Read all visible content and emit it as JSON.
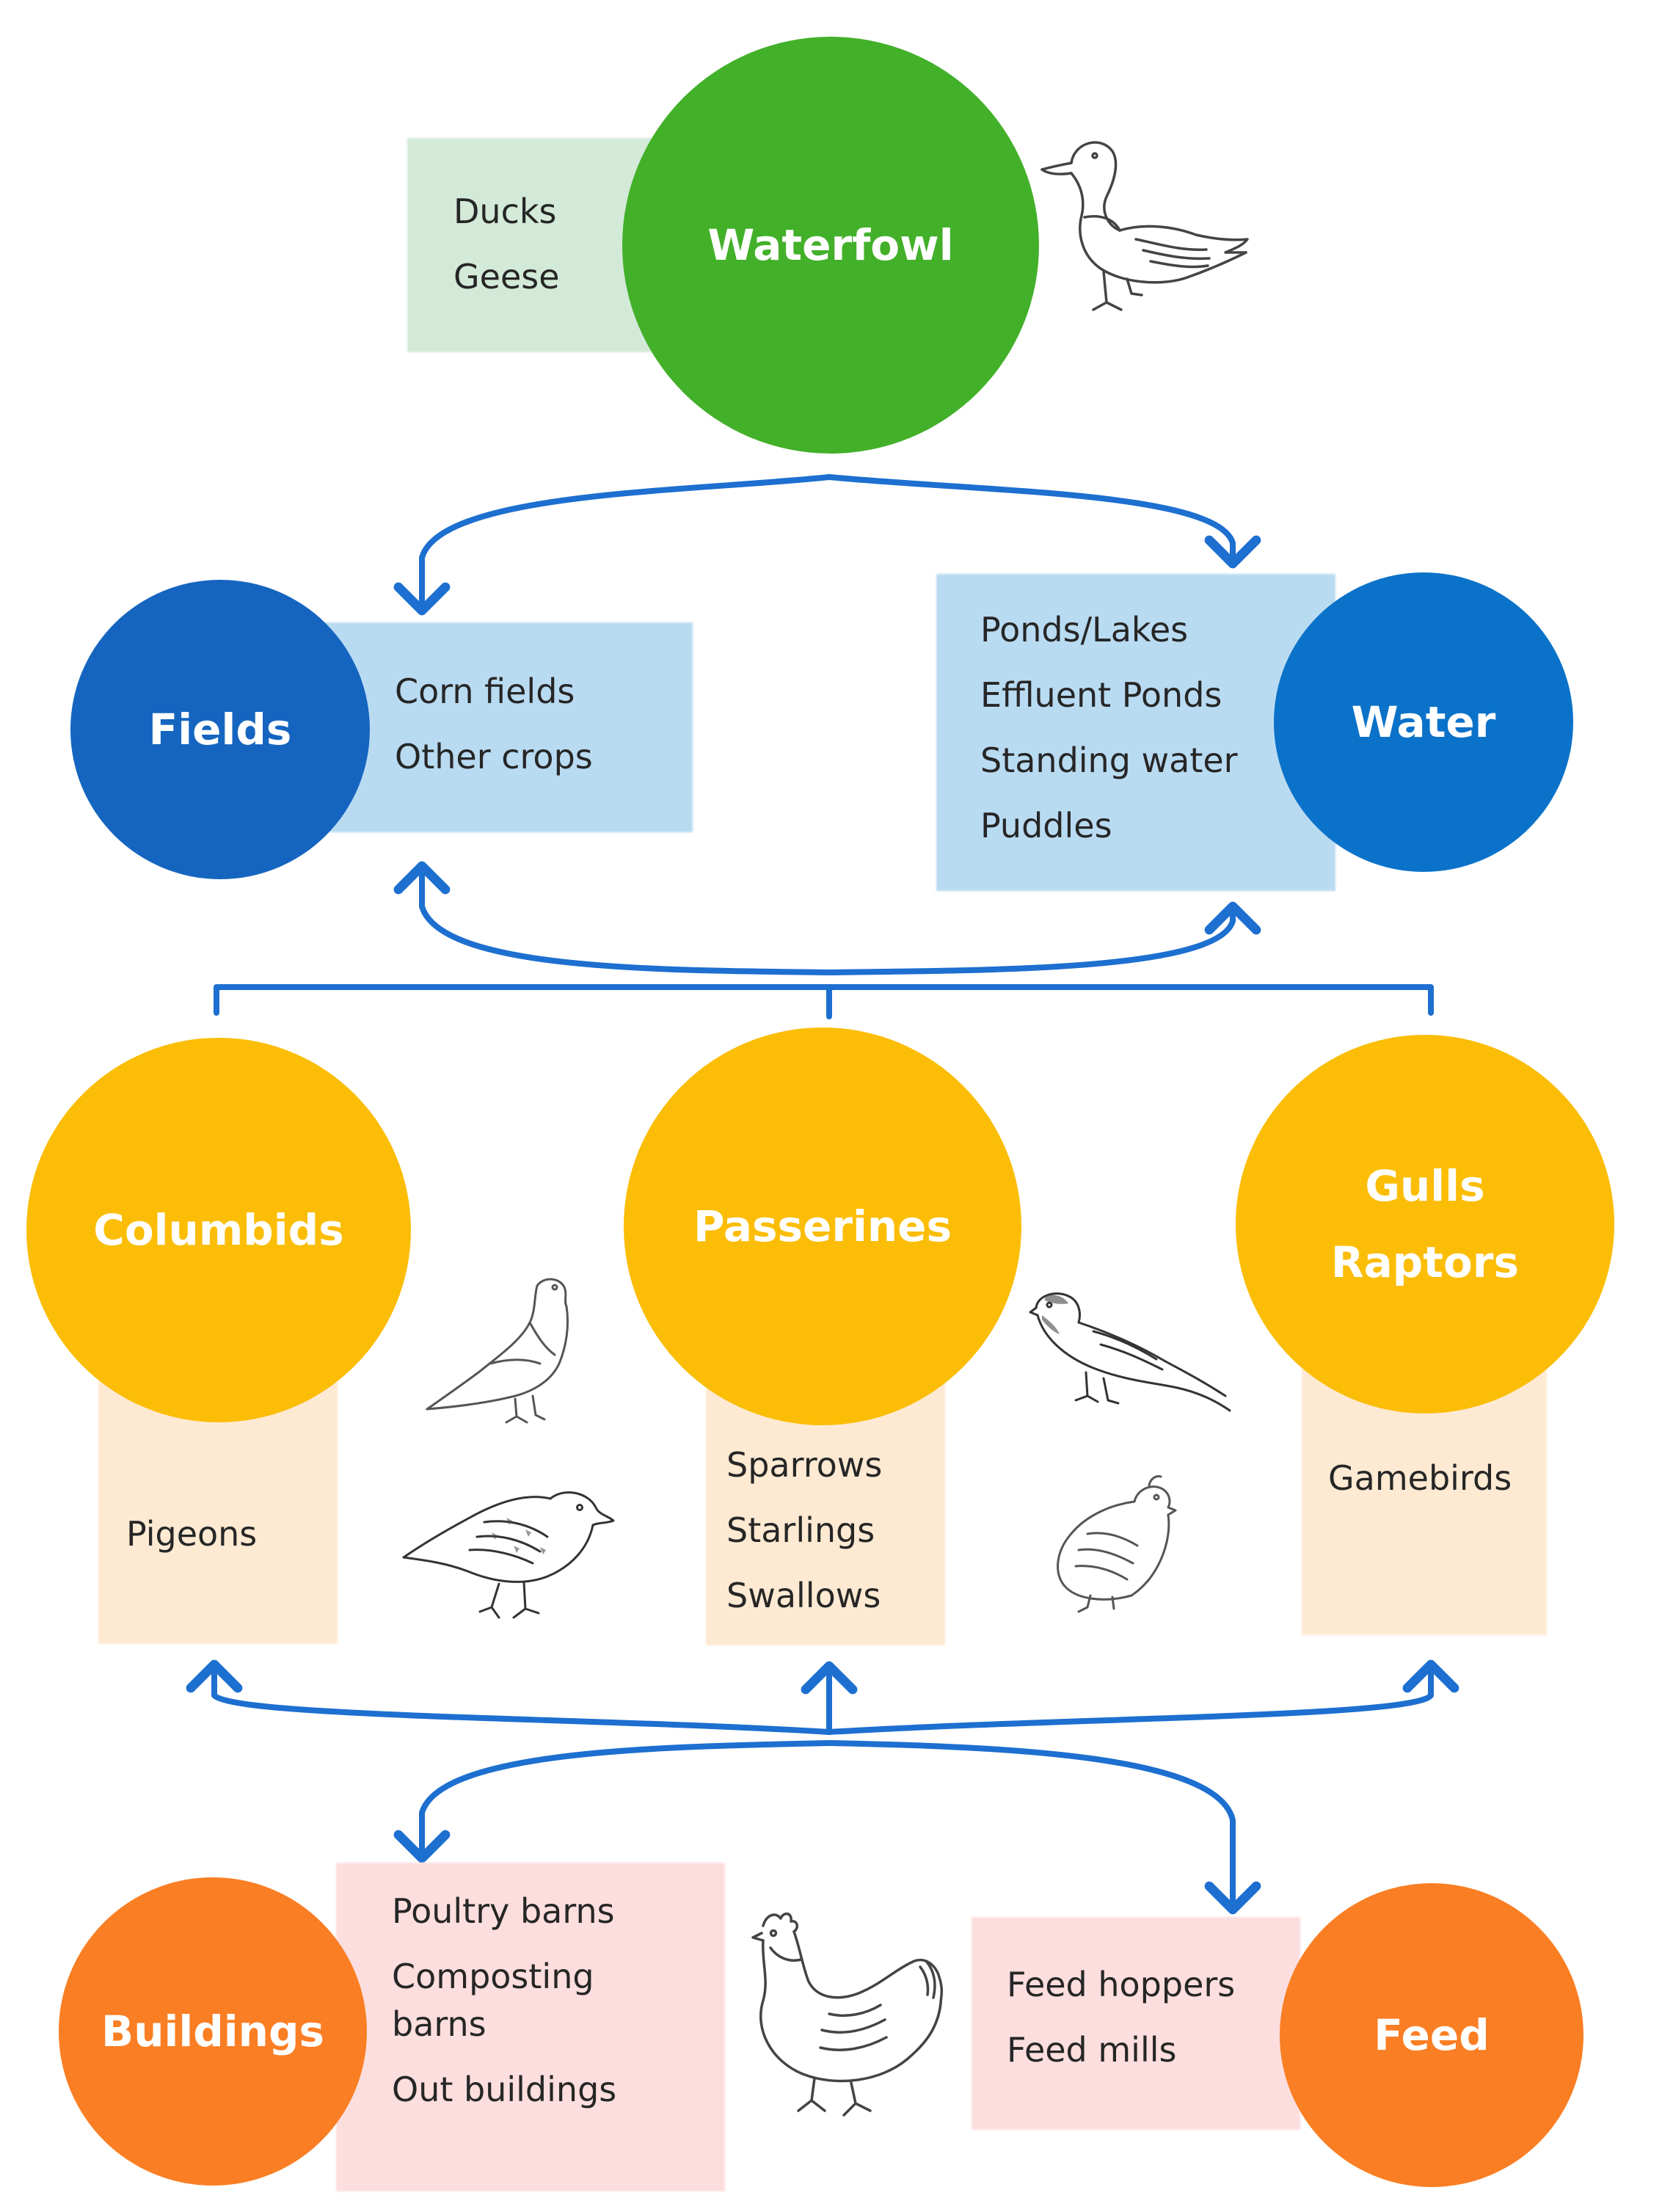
{
  "colors": {
    "waterfowl": "#43b02a",
    "habitat_blue": "#1565c0",
    "wild_birds_yellow": "#fbbd06",
    "farm_orange": "#fa7e23",
    "arrow_blue": "#1d6fd0",
    "box_green": "#d3ead8",
    "box_blue": "#b9dbf2",
    "box_peach": "#feead3",
    "box_pink": "#fddede"
  },
  "waterfowl": {
    "label": "Waterfowl",
    "items": [
      "Ducks",
      "Geese"
    ],
    "icon": "duck-icon"
  },
  "fields": {
    "label": "Fields",
    "items": [
      "Corn fields",
      "Other crops"
    ]
  },
  "water": {
    "label": "Water",
    "items": [
      "Ponds/Lakes",
      "Effluent Ponds",
      "Standing water",
      "Puddles"
    ]
  },
  "columbids": {
    "label": "Columbids",
    "items": [
      "Pigeons"
    ],
    "icons": [
      "pigeon-icon",
      "starling-icon"
    ]
  },
  "passerines": {
    "label": "Passerines",
    "items": [
      "Sparrows",
      "Starlings",
      "Swallows"
    ],
    "icons": [
      "sparrow-icon",
      "quail-icon"
    ]
  },
  "gulls_raptors": {
    "label_line1": "Gulls",
    "label_line2": "Raptors",
    "items": [
      "Gamebirds"
    ]
  },
  "buildings": {
    "label": "Buildings",
    "items": [
      "Poultry barns",
      "Composting",
      "barns",
      "Out buildings"
    ],
    "icon": "chicken-icon"
  },
  "feed": {
    "label": "Feed",
    "items": [
      "Feed hoppers",
      "Feed mills"
    ]
  }
}
